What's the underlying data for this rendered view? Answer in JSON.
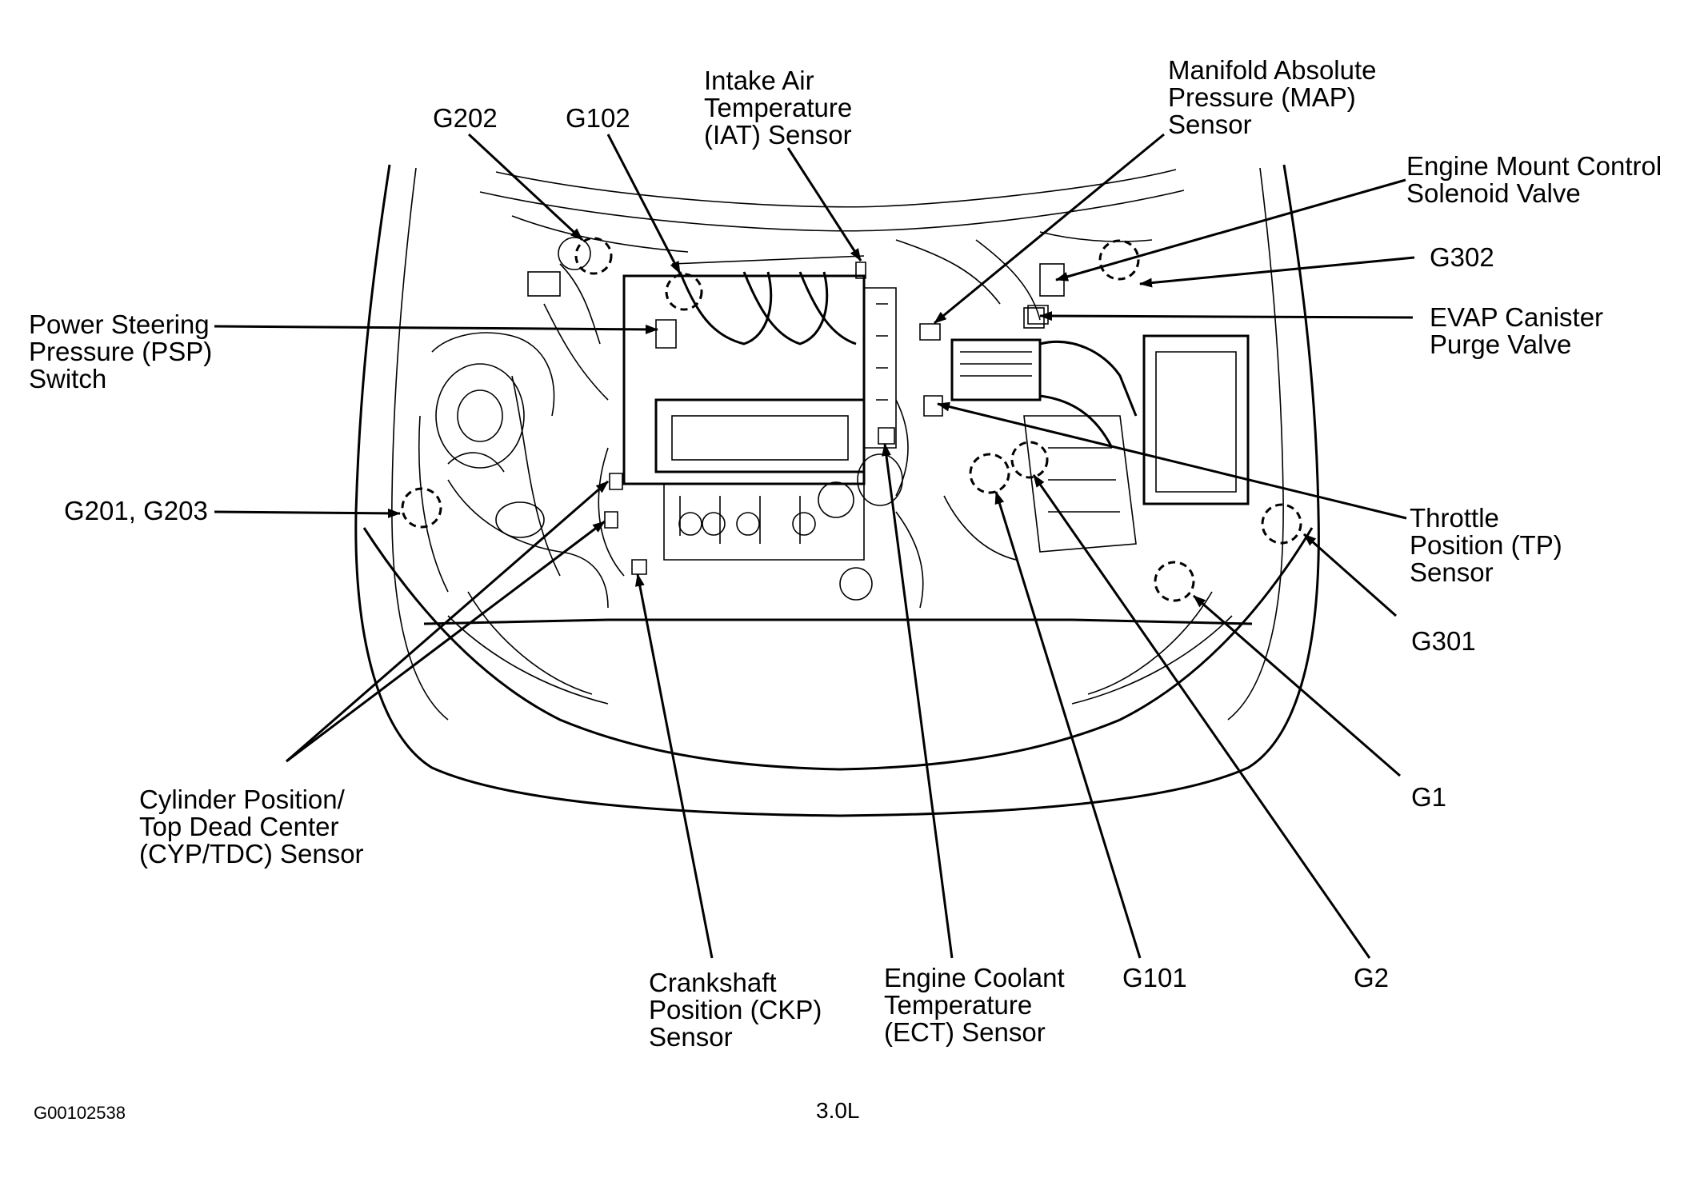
{
  "labels": {
    "g202": "G202",
    "g102": "G102",
    "iat": "Intake Air\nTemperature\n(IAT) Sensor",
    "map": "Manifold Absolute\nPressure (MAP)\nSensor",
    "engine_mount": "Engine Mount Control\nSolenoid Valve",
    "g302": "G302",
    "evap": "EVAP Canister\nPurge Valve",
    "psp": "Power Steering\nPressure (PSP)\nSwitch",
    "g201_g203": "G201, G203",
    "tp": "Throttle\nPosition (TP)\nSensor",
    "g301": "G301",
    "cyp_tdc": "Cylinder Position/\nTop Dead Center\n(CYP/TDC) Sensor",
    "g1": "G1",
    "ckp": "Crankshaft\nPosition (CKP)\nSensor",
    "ect": "Engine Coolant\nTemperature\n(ECT) Sensor",
    "g101": "G101",
    "g2": "G2"
  },
  "footer": {
    "figure_id": "G00102538",
    "engine": "3.0L"
  }
}
